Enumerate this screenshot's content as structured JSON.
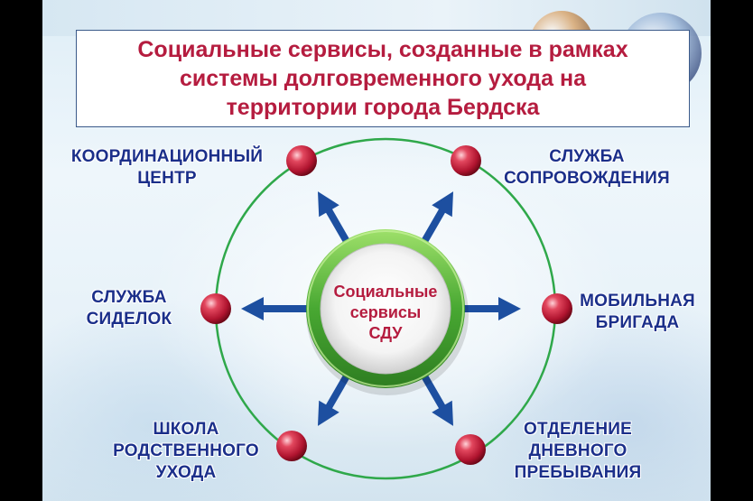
{
  "title": {
    "line1": "Социальные сервисы, созданные в рамках",
    "line2": "системы долговременного ухода на",
    "line3": "территории города Бердска"
  },
  "center": {
    "line1": "Социальные",
    "line2": "сервисы",
    "line3": "СДУ"
  },
  "nodes": [
    {
      "id": "coordination-center",
      "lines": [
        "КООРДИНАЦИОННЫЙ",
        "ЦЕНТР"
      ]
    },
    {
      "id": "escort-service",
      "lines": [
        "СЛУЖБА",
        "СОПРОВОЖДЕНИЯ"
      ]
    },
    {
      "id": "caregiver-service",
      "lines": [
        "СЛУЖБА",
        "СИДЕЛОК"
      ]
    },
    {
      "id": "mobile-team",
      "lines": [
        "МОБИЛЬНАЯ",
        "БРИГАДА"
      ]
    },
    {
      "id": "relative-care-school",
      "lines": [
        "ШКОЛА",
        "РОДСТВЕННОГО",
        "УХОДА"
      ]
    },
    {
      "id": "day-stay-department",
      "lines": [
        "ОТДЕЛЕНИЕ",
        "ДНЕВНОГО",
        "ПРЕБЫВАНИЯ"
      ]
    }
  ],
  "colors": {
    "title_text": "#b51c3f",
    "node_text": "#1b2f8a",
    "ring": "#2fa84a",
    "hub_ring": "#5cb83c",
    "arrow": "#1d4fa0",
    "node_ball": "#c8243f"
  }
}
